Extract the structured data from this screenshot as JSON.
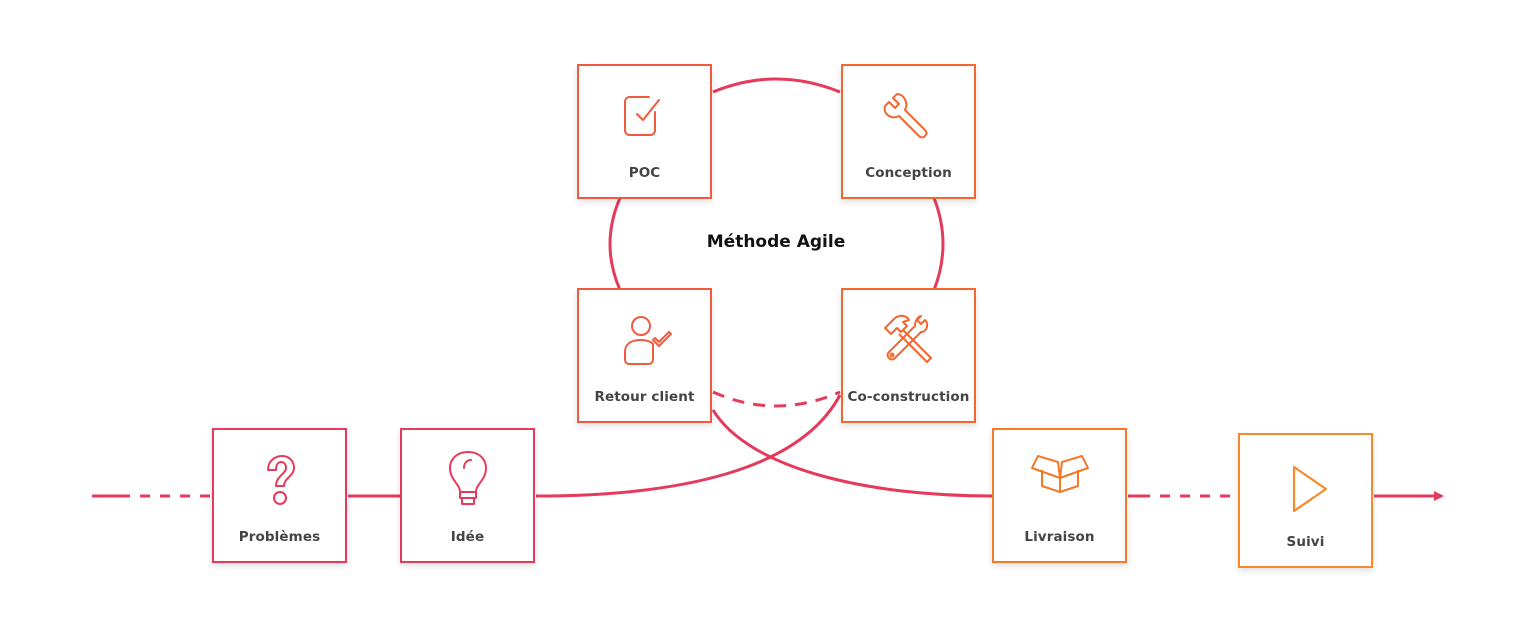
{
  "colors": {
    "line": "#e63a5c",
    "pink": "#e63a5c",
    "red_orange": "#f25a40",
    "orange": "#f47a2a",
    "label_text": "#444444",
    "title_text": "#111111"
  },
  "center_title": "Méthode Agile",
  "cards": {
    "problemes": {
      "label": "Problèmes",
      "icon": "question-mark-icon"
    },
    "idee": {
      "label": "Idée",
      "icon": "lightbulb-icon"
    },
    "poc": {
      "label": "POC",
      "icon": "checkbox-icon"
    },
    "conception": {
      "label": "Conception",
      "icon": "wrench-icon"
    },
    "retour_client": {
      "label": "Retour client",
      "icon": "user-check-icon"
    },
    "co_construction": {
      "label": "Co-construction",
      "icon": "hammer-wrench-icon"
    },
    "livraison": {
      "label": "Livraison",
      "icon": "open-box-icon"
    },
    "suivi": {
      "label": "Suivi",
      "icon": "play-icon"
    }
  }
}
